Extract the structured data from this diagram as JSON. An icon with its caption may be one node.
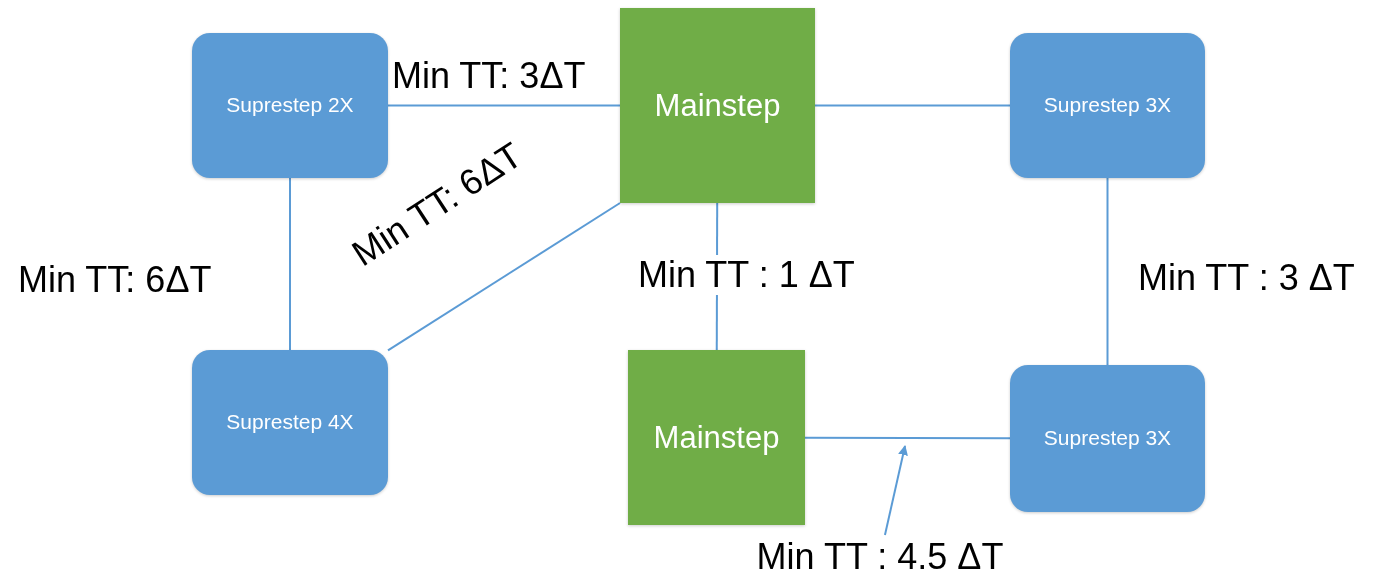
{
  "diagram": {
    "nodes": [
      {
        "text": [
          "Suprestep 2X"
        ]
      },
      {
        "text": [
          "Mainstep"
        ]
      },
      {
        "text": [
          "Suprestep 3X"
        ]
      },
      {
        "text": [
          "Suprestep 4X"
        ]
      },
      {
        "text": [
          "Mainstep"
        ]
      },
      {
        "text": [
          "Suprestep 3X"
        ]
      },
      {
        "text": [
          "Min TT : 4.5 ΔT"
        ]
      }
    ],
    "edges": [
      {
        "from": 0,
        "to": 1,
        "arrow": "none",
        "label": "Min TT: 3ΔT"
      },
      {
        "from": 1,
        "to": 2,
        "arrow": "none"
      },
      {
        "from": 0,
        "to": 3,
        "arrow": "none",
        "label": "Min TT: 6ΔT"
      },
      {
        "from": 1,
        "to": 3,
        "arrow": "none",
        "label": "Min TT: 6ΔT"
      },
      {
        "from": 1,
        "to": 4,
        "arrow": "none",
        "label": "Min TT : 1 ΔT"
      },
      {
        "from": 2,
        "to": 5,
        "arrow": "none",
        "label": "Min TT : 3 ΔT"
      },
      {
        "from": 4,
        "to": 5,
        "arrow": "none"
      },
      {
        "from": 6,
        "to": null,
        "arrow": "to"
      }
    ]
  }
}
